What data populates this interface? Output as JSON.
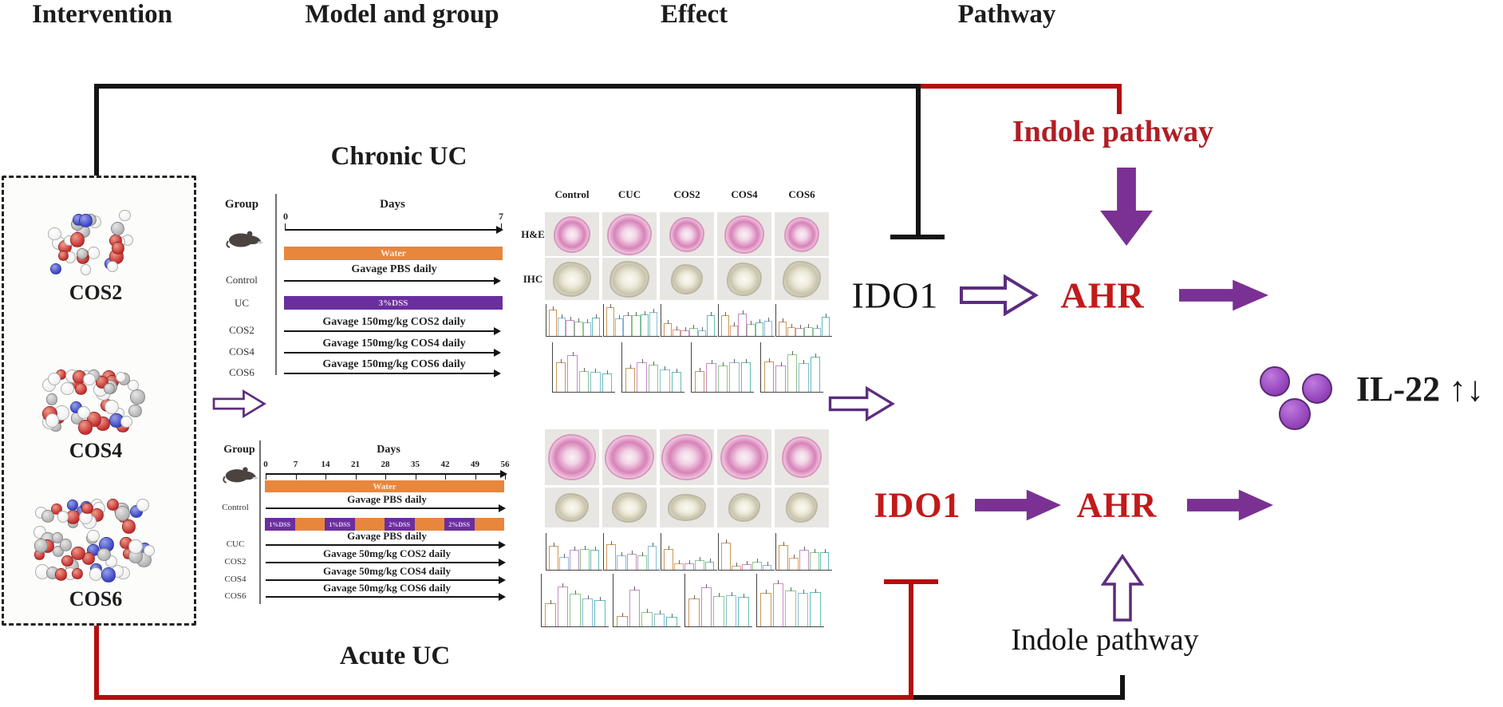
{
  "headers": {
    "intervention": "Intervention",
    "model_and_group": "Model and group",
    "effect": "Effect",
    "pathway": "Pathway"
  },
  "intervention": {
    "molecules": [
      {
        "label": "COS2",
        "atoms": 28
      },
      {
        "label": "COS4",
        "atoms": 44
      },
      {
        "label": "COS6",
        "atoms": 58
      }
    ]
  },
  "chronic": {
    "title": "Chronic UC",
    "group_header": "Group",
    "days_header": "Days",
    "axis_start": "0",
    "axis_end": "7",
    "water_label": "Water",
    "rows": [
      {
        "label": "Control",
        "text": "Gavage PBS daily",
        "type": "arrow"
      },
      {
        "label": "UC",
        "text": "3%DSS",
        "type": "dss"
      },
      {
        "label": "COS2",
        "text": "Gavage 150mg/kg COS2 daily",
        "type": "arrow"
      },
      {
        "label": "COS4",
        "text": "Gavage 150mg/kg COS4 daily",
        "type": "arrow"
      },
      {
        "label": "COS6",
        "text": "Gavage 150mg/kg COS6 daily",
        "type": "arrow"
      }
    ]
  },
  "acute": {
    "title": "Acute UC",
    "group_header": "Group",
    "days_header": "Days",
    "ticks": [
      "0",
      "7",
      "14",
      "21",
      "28",
      "35",
      "42",
      "49",
      "56"
    ],
    "water_label": "Water",
    "dss_segments": [
      {
        "label": "1%DSS",
        "dss": true
      },
      {
        "label": "",
        "dss": false
      },
      {
        "label": "1%DSS",
        "dss": true
      },
      {
        "label": "",
        "dss": false
      },
      {
        "label": "2%DSS",
        "dss": true
      },
      {
        "label": "",
        "dss": false
      },
      {
        "label": "2%DSS",
        "dss": true
      },
      {
        "label": "",
        "dss": false
      }
    ],
    "rows": [
      {
        "label": "Control",
        "text": "Gavage PBS daily"
      },
      {
        "label": "CUC",
        "text": "Gavage PBS daily"
      },
      {
        "label": "COS2",
        "text": "Gavage 50mg/kg COS2 daily"
      },
      {
        "label": "COS4",
        "text": "Gavage 50mg/kg COS4 daily"
      },
      {
        "label": "COS6",
        "text": "Gavage 50mg/kg COS6 daily"
      }
    ]
  },
  "effect": {
    "columns": [
      "Control",
      "CUC",
      "COS2",
      "COS4",
      "COS6"
    ],
    "he_label": "H&E",
    "ihc_label": "IHC",
    "chronic_he_sizes": [
      [
        46,
        46
      ],
      [
        56,
        52
      ],
      [
        44,
        44
      ],
      [
        50,
        48
      ],
      [
        44,
        44
      ]
    ],
    "chronic_ihc_sizes": [
      [
        48,
        44
      ],
      [
        50,
        46
      ],
      [
        40,
        38
      ],
      [
        44,
        42
      ],
      [
        48,
        46
      ]
    ],
    "acute_he_sizes": [
      [
        60,
        58
      ],
      [
        62,
        56
      ],
      [
        64,
        58
      ],
      [
        60,
        56
      ],
      [
        50,
        52
      ]
    ],
    "acute_ihc_sizes": [
      [
        42,
        36
      ],
      [
        44,
        38
      ],
      [
        48,
        34
      ],
      [
        40,
        36
      ],
      [
        40,
        38
      ]
    ],
    "chronic_small_charts": [
      {
        "h": [
          80,
          55,
          48,
          42,
          40,
          55
        ],
        "c": [
          "#c89858",
          "#8bbcd8",
          "#c78cc7",
          "#8cc88c",
          "#8bbcd8",
          "#62bdb2"
        ]
      },
      {
        "h": [
          88,
          52,
          62,
          62,
          66,
          72
        ],
        "c": [
          "#c89858",
          "#8bbcd8",
          "#c78cc7",
          "#8cc88c",
          "#62bdb2",
          "#8bbcd8"
        ]
      },
      {
        "h": [
          38,
          18,
          14,
          22,
          14,
          62
        ],
        "c": [
          "#c89858",
          "#e0a070",
          "#c78cc7",
          "#8cc88c",
          "#8bbcd8",
          "#62bdb2"
        ]
      },
      {
        "h": [
          62,
          30,
          68,
          34,
          40,
          44
        ],
        "c": [
          "#c89858",
          "#e0a070",
          "#c78cc7",
          "#8cc88c",
          "#62bdb2",
          "#8bbcd8"
        ]
      },
      {
        "h": [
          42,
          25,
          22,
          26,
          22,
          58
        ],
        "c": [
          "#c89858",
          "#e0a070",
          "#c78cc7",
          "#8cc88c",
          "#8bbcd8",
          "#62bdb2"
        ]
      }
    ],
    "chronic_big_charts": [
      {
        "h": [
          58,
          72,
          40,
          38,
          36
        ],
        "c": [
          "#c89858",
          "#c78cc7",
          "#8cc88c",
          "#8bbcd8",
          "#62bdb2"
        ]
      },
      {
        "h": [
          46,
          58,
          54,
          44,
          38
        ],
        "c": [
          "#c89858",
          "#c78cc7",
          "#8cc88c",
          "#8bbcd8",
          "#62bdb2"
        ]
      },
      {
        "h": [
          40,
          56,
          52,
          58,
          58
        ],
        "c": [
          "#c89858",
          "#c78cc7",
          "#8cc88c",
          "#8bbcd8",
          "#62bdb2"
        ]
      },
      {
        "h": [
          60,
          52,
          74,
          56,
          70
        ],
        "c": [
          "#c89858",
          "#c78cc7",
          "#8cc88c",
          "#8bbcd8",
          "#62bdb2"
        ]
      }
    ],
    "acute_small_charts": [
      {
        "h": [
          62,
          32,
          52,
          55,
          52
        ],
        "c": [
          "#c89858",
          "#8bbcd8",
          "#c78cc7",
          "#8cc88c",
          "#62bdb2"
        ]
      },
      {
        "h": [
          68,
          38,
          42,
          38,
          62
        ],
        "c": [
          "#c89858",
          "#8bbcd8",
          "#c78cc7",
          "#8cc88c",
          "#8bbcd8"
        ]
      },
      {
        "h": [
          55,
          16,
          16,
          24,
          20
        ],
        "c": [
          "#c89858",
          "#e0a070",
          "#c78cc7",
          "#8cc88c",
          "#62bdb2"
        ]
      },
      {
        "h": [
          72,
          8,
          14,
          20,
          10
        ],
        "c": [
          "#c89858",
          "#e0a070",
          "#c78cc7",
          "#8cc88c",
          "#8bbcd8"
        ]
      },
      {
        "h": [
          66,
          30,
          52,
          46,
          46
        ],
        "c": [
          "#c89858",
          "#e0a070",
          "#c78cc7",
          "#8cc88c",
          "#62bdb2"
        ]
      }
    ],
    "acute_big_charts": [
      {
        "h": [
          42,
          75,
          60,
          52,
          48
        ],
        "c": [
          "#c89858",
          "#c78cc7",
          "#8cc88c",
          "#8bbcd8",
          "#62bdb2"
        ]
      },
      {
        "h": [
          18,
          68,
          26,
          22,
          16
        ],
        "c": [
          "#c89858",
          "#c78cc7",
          "#8cc88c",
          "#8bbcd8",
          "#62bdb2"
        ]
      },
      {
        "h": [
          52,
          72,
          56,
          58,
          55
        ],
        "c": [
          "#c89858",
          "#c78cc7",
          "#8cc88c",
          "#8bbcd8",
          "#62bdb2"
        ]
      },
      {
        "h": [
          62,
          80,
          66,
          62,
          64
        ],
        "c": [
          "#c89858",
          "#c78cc7",
          "#8cc88c",
          "#8bbcd8",
          "#62bdb2"
        ]
      }
    ]
  },
  "pathway": {
    "indole_top": "Indole pathway",
    "indole_bottom": "Indole pathway",
    "ido1_chronic": "IDO1",
    "ahr_chronic": "AHR",
    "ido1_acute": "IDO1",
    "ahr_acute": "AHR"
  },
  "il22": {
    "label": "IL-22 ↑↓"
  },
  "colors": {
    "orange": "#e8863c",
    "dss_purple": "#6b2e9e",
    "arrow_purple": "#7a3193",
    "outline_purple": "#5c2d7e",
    "red_line": "#b50d0d",
    "red_text": "#b01e24",
    "gene_red": "#c21a1a"
  }
}
